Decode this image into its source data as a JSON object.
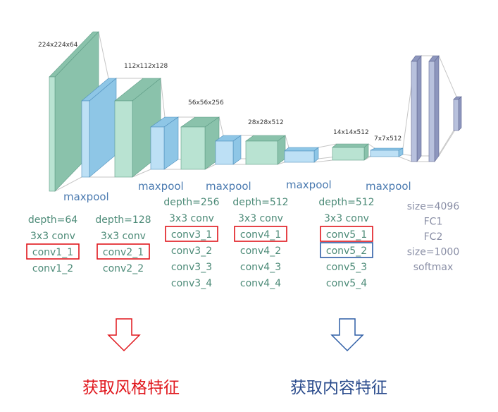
{
  "colors": {
    "conv_face": "#b9e3d2",
    "conv_side": "#8ac2ab",
    "conv_edge": "#5e9c86",
    "pool_face": "#bde0f5",
    "pool_side": "#8ec6e6",
    "pool_edge": "#4f8fbd",
    "fc_face": "#b8c1dd",
    "fc_side": "#8d96bd",
    "fc_edge": "#5f6690",
    "style_red": "#e0161c",
    "content_blue": "#2f5ea6",
    "note_blue": "#2a4b8c"
  },
  "sizes": [
    "224x224x64",
    "112x112x128",
    "56x56x256",
    "28x28x512",
    "14x14x512",
    "7x7x512"
  ],
  "maxpool_label": "maxpool",
  "blocks": [
    {
      "items": [
        "depth=64",
        "3x3 conv",
        "conv1_1",
        "conv1_2"
      ]
    },
    {
      "items": [
        "depth=128",
        "3x3 conv",
        "conv2_1",
        "conv2_2"
      ]
    },
    {
      "items": [
        "depth=256",
        "3x3 conv",
        "conv3_1",
        "conv3_2",
        "conv3_3",
        "conv3_4"
      ]
    },
    {
      "items": [
        "depth=512",
        "3x3 conv",
        "conv4_1",
        "conv4_2",
        "conv4_3",
        "conv4_4"
      ]
    },
    {
      "items": [
        "depth=512",
        "3x3 conv",
        "conv5_1",
        "conv5_2",
        "conv5_3",
        "conv5_4"
      ]
    }
  ],
  "fc_block": [
    "size=4096",
    "FC1",
    "FC2",
    "size=1000",
    "softmax"
  ],
  "style_layers": [
    "conv1_1",
    "conv2_1",
    "conv3_1",
    "conv4_1",
    "conv5_1"
  ],
  "content_layers": [
    "conv5_2"
  ],
  "annotations": {
    "style_features": "获取风格特征",
    "content_features": "获取内容特征"
  }
}
